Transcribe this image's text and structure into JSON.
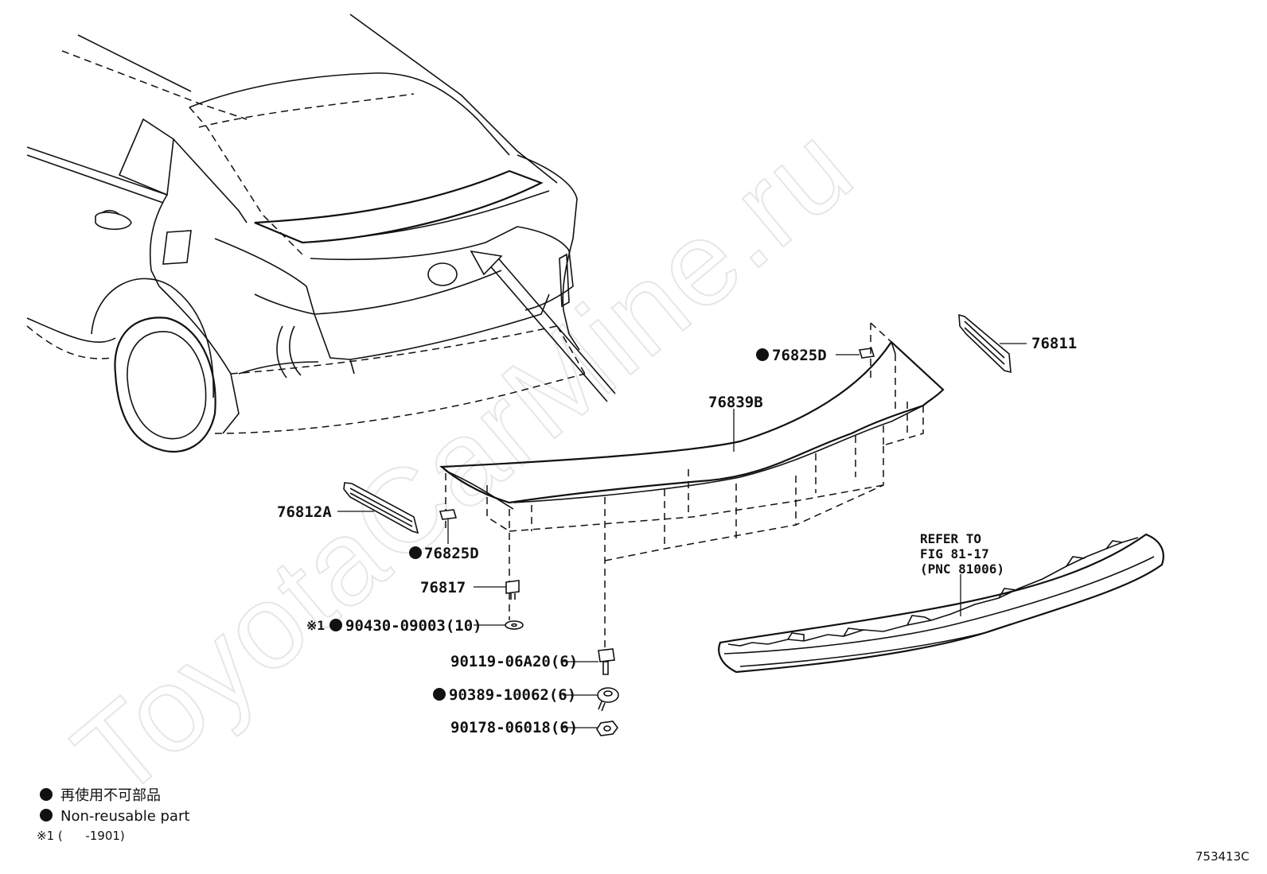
{
  "watermark": "ToyotaCarMine.ru",
  "callouts": {
    "p76811": "76811",
    "p76825D_top": "76825D",
    "p76839B": "76839B",
    "p76812A": "76812A",
    "p76825D_bottom": "76825D",
    "p76817": "76817",
    "p90430_note": "※1",
    "p90430": "90430-09003(10)",
    "p90119": "90119-06A20(6)",
    "p90389": "90389-10062(6)",
    "p90178": "90178-06018(6)"
  },
  "refer_note": {
    "line1": "REFER TO",
    "line2": "FIG 81-17",
    "line3": "(PNC 81006)"
  },
  "legend": {
    "jp": "再使用不可部品",
    "en": "Non-reusable part",
    "note": "※1 (      -1901)"
  },
  "figure_code": "753413C"
}
